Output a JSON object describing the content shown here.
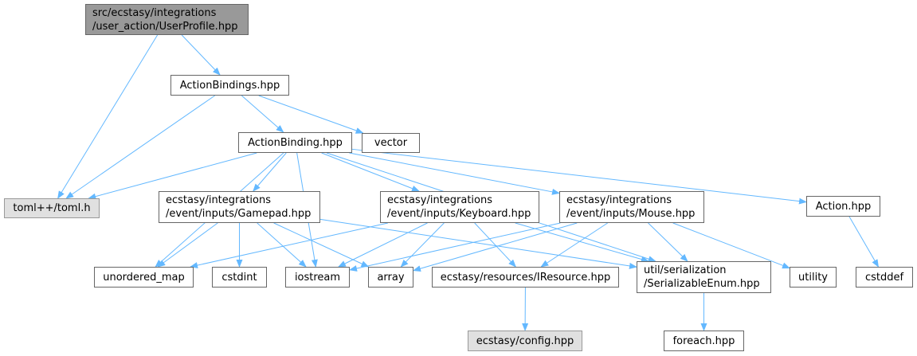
{
  "colors": {
    "edge": "#63b8ff",
    "border": "#666666",
    "root_fill": "#999999",
    "external_fill": "#e0e0e0",
    "node_fill": "#ffffff"
  },
  "nodes": {
    "root": {
      "line1": "src/ecstasy/integrations",
      "line2": "/user_action/UserProfile.hpp"
    },
    "action_bindings": {
      "label": "ActionBindings.hpp"
    },
    "vector": {
      "label": "vector"
    },
    "action_binding": {
      "label": "ActionBinding.hpp"
    },
    "toml": {
      "label": "toml++/toml.h"
    },
    "gamepad": {
      "line1": "ecstasy/integrations",
      "line2": "/event/inputs/Gamepad.hpp"
    },
    "keyboard": {
      "line1": "ecstasy/integrations",
      "line2": "/event/inputs/Keyboard.hpp"
    },
    "mouse": {
      "line1": "ecstasy/integrations",
      "line2": "/event/inputs/Mouse.hpp"
    },
    "action": {
      "label": "Action.hpp"
    },
    "unordered_map": {
      "label": "unordered_map"
    },
    "cstdint": {
      "label": "cstdint"
    },
    "iostream": {
      "label": "iostream"
    },
    "array": {
      "label": "array"
    },
    "iresource": {
      "label": "ecstasy/resources/IResource.hpp"
    },
    "serializable_enum": {
      "line1": "util/serialization",
      "line2": "/SerializableEnum.hpp"
    },
    "utility": {
      "label": "utility"
    },
    "cstddef": {
      "label": "cstddef"
    },
    "config": {
      "label": "ecstasy/config.hpp"
    },
    "foreach": {
      "label": "foreach.hpp"
    }
  },
  "edges": [
    [
      "root",
      "toml"
    ],
    [
      "root",
      "action_bindings"
    ],
    [
      "action_bindings",
      "toml"
    ],
    [
      "action_bindings",
      "action_binding"
    ],
    [
      "action_bindings",
      "vector"
    ],
    [
      "action_binding",
      "toml"
    ],
    [
      "action_binding",
      "unordered_map"
    ],
    [
      "action_binding",
      "gamepad"
    ],
    [
      "action_binding",
      "iostream"
    ],
    [
      "action_binding",
      "keyboard"
    ],
    [
      "action_binding",
      "mouse"
    ],
    [
      "action_binding",
      "serializable_enum"
    ],
    [
      "action_binding",
      "action"
    ],
    [
      "gamepad",
      "unordered_map"
    ],
    [
      "gamepad",
      "cstdint"
    ],
    [
      "gamepad",
      "iostream"
    ],
    [
      "gamepad",
      "array"
    ],
    [
      "gamepad",
      "serializable_enum"
    ],
    [
      "keyboard",
      "unordered_map"
    ],
    [
      "keyboard",
      "iostream"
    ],
    [
      "keyboard",
      "array"
    ],
    [
      "keyboard",
      "iresource"
    ],
    [
      "keyboard",
      "serializable_enum"
    ],
    [
      "mouse",
      "iostream"
    ],
    [
      "mouse",
      "array"
    ],
    [
      "mouse",
      "iresource"
    ],
    [
      "mouse",
      "serializable_enum"
    ],
    [
      "mouse",
      "utility"
    ],
    [
      "action",
      "cstddef"
    ],
    [
      "iresource",
      "config"
    ],
    [
      "serializable_enum",
      "foreach"
    ]
  ]
}
